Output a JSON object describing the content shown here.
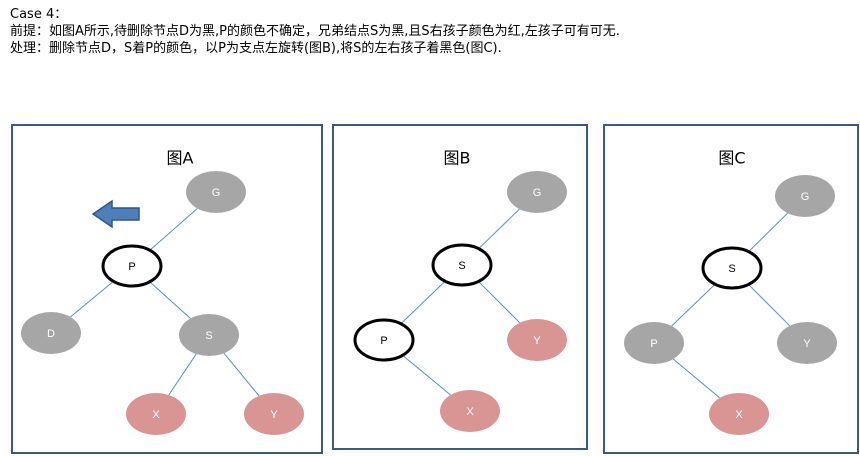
{
  "header": {
    "line1": "Case 4：",
    "line2": "前提：如图A所示,待删除节点D为黑,P的颜色不确定，兄弟结点S为黑,且S右孩子颜色为红,左孩子可有可无.",
    "line3": "处理：删除节点D，S着P的颜色，以P为支点左旋转(图B),将S的左右孩子着黑色(图C)."
  },
  "colors": {
    "panel_border": "#3b5a80",
    "gray_node": "#a6a6a6",
    "red_node": "#d99594",
    "edge": "#5b8dc8",
    "arrow_fill": "#4f7fbb",
    "arrow_stroke": "#2e5689",
    "outlined_stroke": "#000000",
    "gray_label": "#ffffff",
    "red_label": "#ffffff",
    "outlined_label": "#000000"
  },
  "panels": [
    {
      "id": "a",
      "title": "图A",
      "has_arrow": true,
      "nodes": [
        {
          "id": "G",
          "label": "G",
          "style": "gray"
        },
        {
          "id": "P",
          "label": "P",
          "style": "outlined"
        },
        {
          "id": "D",
          "label": "D",
          "style": "gray"
        },
        {
          "id": "S",
          "label": "S",
          "style": "gray"
        },
        {
          "id": "X",
          "label": "X",
          "style": "red"
        },
        {
          "id": "Y",
          "label": "Y",
          "style": "red"
        }
      ],
      "edges": [
        [
          "G",
          "P"
        ],
        [
          "P",
          "D"
        ],
        [
          "P",
          "S"
        ],
        [
          "S",
          "X"
        ],
        [
          "S",
          "Y"
        ]
      ]
    },
    {
      "id": "b",
      "title": "图B",
      "has_arrow": false,
      "nodes": [
        {
          "id": "G",
          "label": "G",
          "style": "gray"
        },
        {
          "id": "S",
          "label": "S",
          "style": "outlined"
        },
        {
          "id": "P",
          "label": "P",
          "style": "outlined"
        },
        {
          "id": "Y",
          "label": "Y",
          "style": "red"
        },
        {
          "id": "X",
          "label": "X",
          "style": "red"
        }
      ],
      "edges": [
        [
          "G",
          "S"
        ],
        [
          "S",
          "P"
        ],
        [
          "S",
          "Y"
        ],
        [
          "P",
          "X"
        ]
      ]
    },
    {
      "id": "c",
      "title": "图C",
      "has_arrow": false,
      "nodes": [
        {
          "id": "G",
          "label": "G",
          "style": "gray"
        },
        {
          "id": "S",
          "label": "S",
          "style": "outlined"
        },
        {
          "id": "P",
          "label": "P",
          "style": "gray"
        },
        {
          "id": "Y",
          "label": "Y",
          "style": "gray"
        },
        {
          "id": "X",
          "label": "X",
          "style": "red"
        }
      ],
      "edges": [
        [
          "G",
          "S"
        ],
        [
          "S",
          "P"
        ],
        [
          "S",
          "Y"
        ],
        [
          "P",
          "X"
        ]
      ]
    }
  ]
}
